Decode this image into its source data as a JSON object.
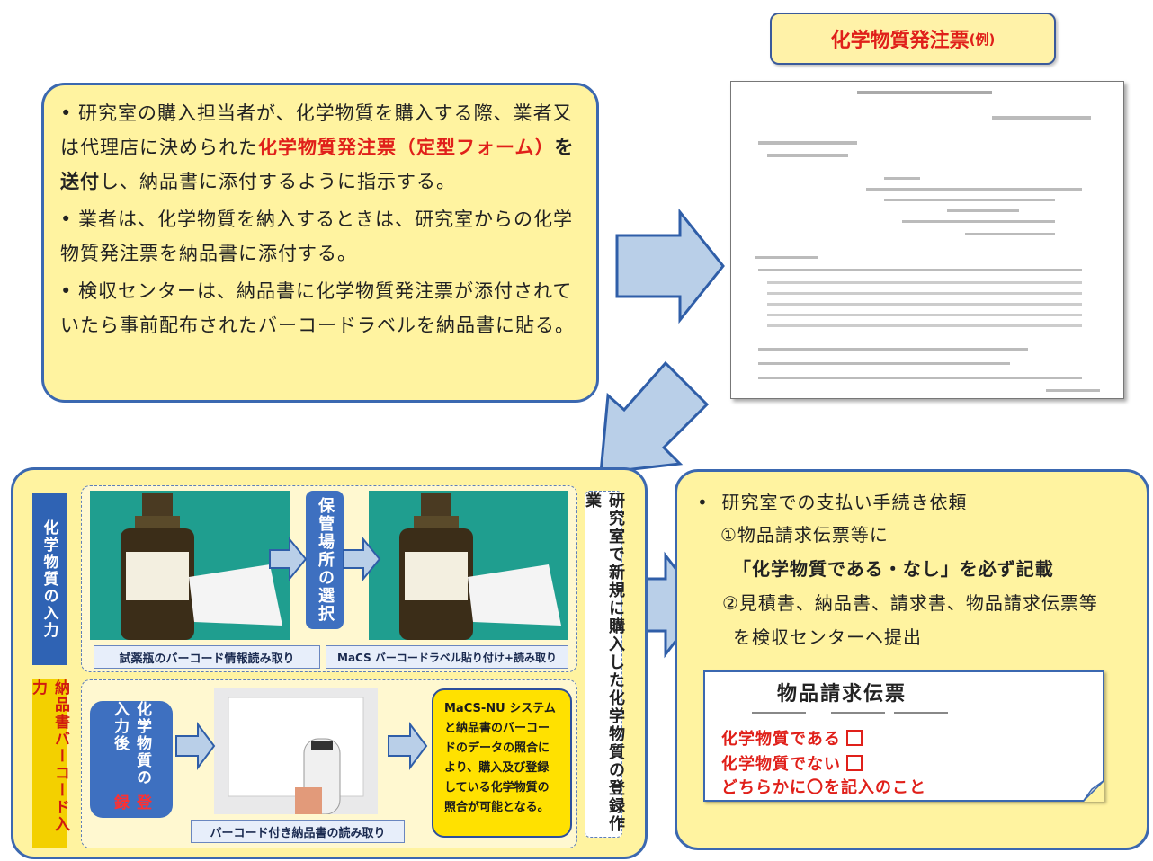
{
  "form_title": {
    "main": "化学物質発注票",
    "suffix": "(例)"
  },
  "instructions": {
    "b1_a": "研究室の購入担当者が、化学物質を購入する際、業者又は代理店に決められた",
    "b1_red": "化学物質発注票（定型フォーム）",
    "b1_bold": "を送付",
    "b1_b": "し、納品書に添付するように指示する。",
    "b2": "業者は、化学物質を納入するときは、研究室からの化学物質発注票を納品書に添付する。",
    "b3": "検収センターは、納品書に化学物質発注票が添付されていたら事前配布されたバーコードラベルを納品書に貼る。"
  },
  "registration": {
    "tab_chem_input": "化学物質の入力",
    "tab_barcode_input": "納品書バーコード入力",
    "storage_select": "保管場所の選択",
    "cap1": "試薬瓶のバーコード情報読み取り",
    "cap2": "MaCS バーコードラベル貼り付け+読み取り",
    "cap3": "バーコード付き納品書の読み取り",
    "chem_input_box": "化学物質の入力後",
    "chem_input_red": "登録",
    "vertical_title": "研究室で新規に購入した化学物質の登録作業",
    "note": "MaCS-NU システムと納品書のバーコードのデータの照合により、購入及び登録している化学物質の照合が可能となる。"
  },
  "payment": {
    "bullet": "研究室での支払い手続き依頼",
    "l1": "①物品請求伝票等に",
    "l2": "「化学物質である・なし」を必ず記載",
    "l3": "②見積書、納品書、請求書、物品請求伝票等",
    "l4": "を検収センターへ提出"
  },
  "slip": {
    "title": "物品請求伝票",
    "r1": "化学物質である",
    "r2": "化学物質でない",
    "r3": "どちらかに〇を記入のこと"
  }
}
